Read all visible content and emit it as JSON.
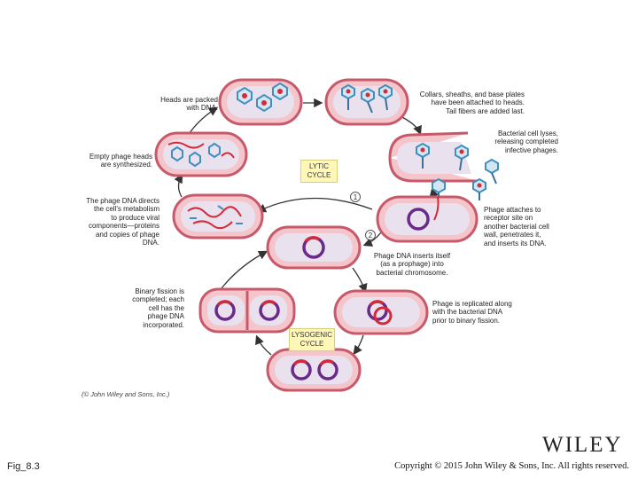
{
  "annotations": {
    "heads_packed": "Heads are packed\nwith DNA.",
    "collars": "Collars, sheaths, and base plates\nhave been attached to heads.\nTail fibers are added last.",
    "cell_lyses": "Bacterial cell lyses,\nreleasing completed\ninfective phages.",
    "empty_heads": "Empty phage heads\nare synthesized.",
    "phage_dna_directs": "The phage DNA directs\nthe cell's metabolism\nto produce viral\ncomponents—proteins\nand copies of phage\nDNA.",
    "phage_attaches": "Phage attaches to\nreceptor site on\nanother bacterial cell\nwall, penetrates it,\nand inserts its DNA.",
    "inserts_itself": "Phage DNA inserts itself\n(as a prophage) into\nbacterial chromosome.",
    "binary_fission": "Binary fission is\ncompleted; each\ncell has the\nphage DNA\nincorporated.",
    "replicated_along": "Phage is replicated along\nwith the bacterial DNA\nprior to binary fission."
  },
  "cycles": {
    "lytic": "LYTIC\nCYCLE",
    "lysogenic": "LYSOGENIC\nCYCLE"
  },
  "step_markers": {
    "one": "1",
    "two": "2"
  },
  "credit": "(© John Wiley and Sons, Inc.)",
  "footer": {
    "fig_label": "Fig_8.3",
    "copyright": "Copyright © 2015 John Wiley & Sons, Inc. All rights reserved.",
    "brand": "WILEY"
  },
  "colors": {
    "cell_fill": "#f4c6cc",
    "cell_wall": "#c8596a",
    "cell_inner": "#e9e2ee",
    "bacterial_chromosome": "#6a2a8a",
    "phage_dna": "#d42a3a",
    "phage_head": "#3f8fbf",
    "phage_tail": "#3a6f9a",
    "cycle_box": "#fff7b8"
  }
}
